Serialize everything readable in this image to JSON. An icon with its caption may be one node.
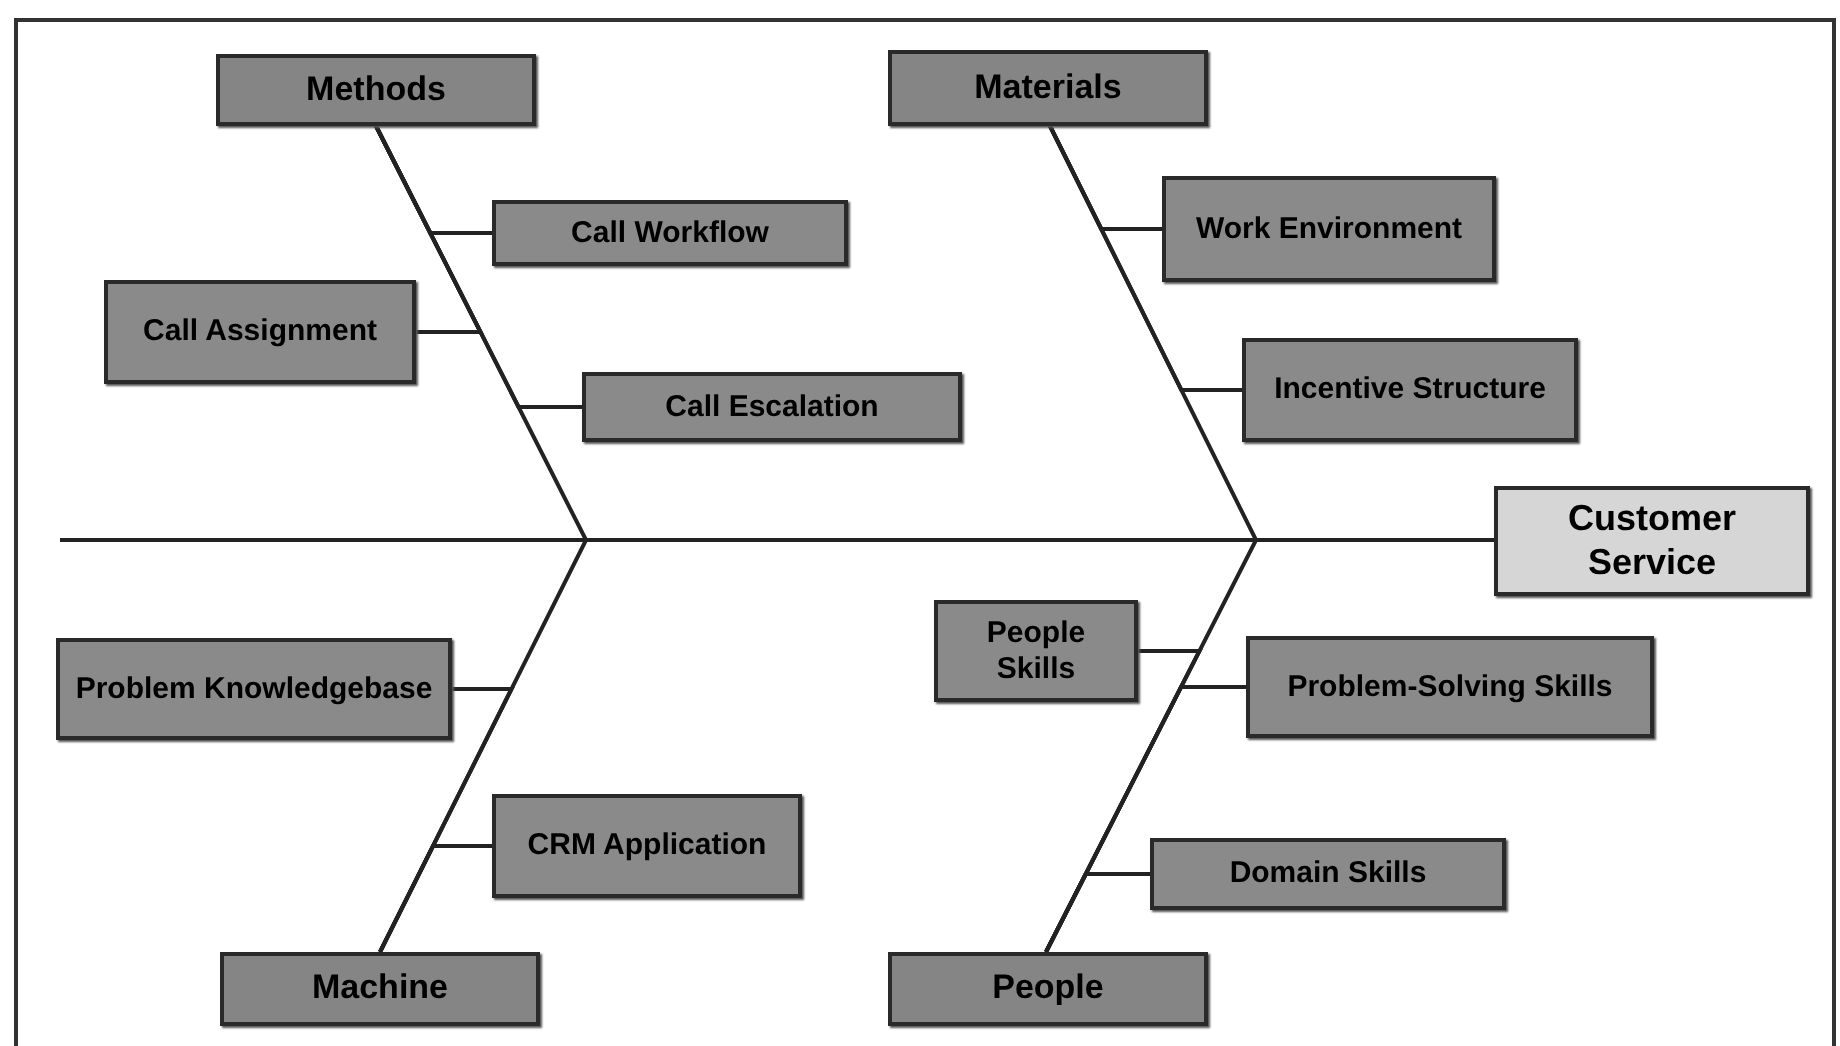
{
  "diagram": {
    "nodes": [
      {
        "text": [
          "Methods"
        ]
      },
      {
        "text": [
          "Materials"
        ]
      },
      {
        "text": [
          "Customer Service"
        ]
      },
      {
        "text": [
          "Machine"
        ]
      },
      {
        "text": [
          "People"
        ]
      },
      {
        "text": [
          "Call Workflow"
        ]
      },
      {
        "text": [
          "Call Assignment"
        ]
      },
      {
        "text": [
          "Call Escalation"
        ]
      },
      {
        "text": [
          "Work Environment"
        ]
      },
      {
        "text": [
          "Incentive Structure"
        ]
      },
      {
        "text": [
          "Problem Knowledgebase"
        ]
      },
      {
        "text": [
          "CRM Application"
        ]
      },
      {
        "text": [
          "People Skills"
        ]
      },
      {
        "text": [
          "Problem-Solving Skills"
        ]
      },
      {
        "text": [
          "Domain Skills"
        ]
      }
    ],
    "edges": [
      {
        "from": null,
        "to": 2,
        "arrow": "none"
      },
      {
        "from": 0,
        "to": 2,
        "arrow": "none"
      },
      {
        "from": 1,
        "to": 2,
        "arrow": "none"
      },
      {
        "from": 3,
        "to": 2,
        "arrow": "none"
      },
      {
        "from": 4,
        "to": 2,
        "arrow": "none"
      },
      {
        "from": 5,
        "to": 0,
        "arrow": "none"
      },
      {
        "from": 6,
        "to": 0,
        "arrow": "none"
      },
      {
        "from": 7,
        "to": 0,
        "arrow": "none"
      },
      {
        "from": 8,
        "to": 1,
        "arrow": "none"
      },
      {
        "from": 9,
        "to": 1,
        "arrow": "none"
      },
      {
        "from": 10,
        "to": 3,
        "arrow": "none"
      },
      {
        "from": 11,
        "to": 3,
        "arrow": "none"
      },
      {
        "from": 12,
        "to": 4,
        "arrow": "none"
      },
      {
        "from": 13,
        "to": 4,
        "arrow": "none"
      },
      {
        "from": 14,
        "to": 4,
        "arrow": "none"
      }
    ]
  }
}
